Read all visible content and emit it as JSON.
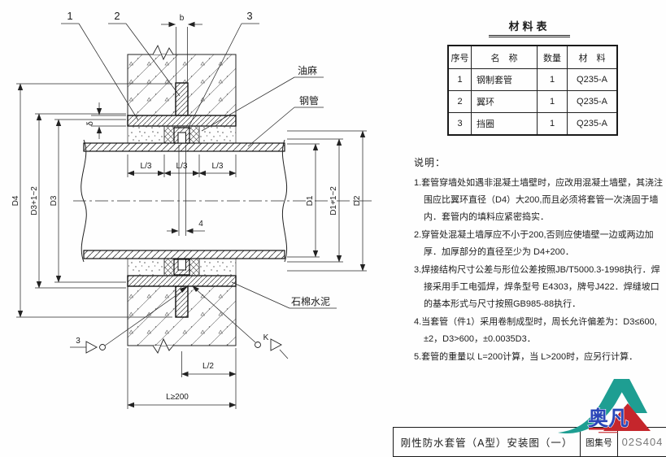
{
  "drawing": {
    "labels": {
      "p1": "1",
      "p2": "2",
      "p3": "3",
      "b": "b",
      "delta": "δ",
      "l3": "L/3",
      "four": "4",
      "l2": "L/2",
      "lmin": "L≥200",
      "d4": "D4",
      "d3p": "D3+1~2",
      "d3": "D3",
      "d1": "D1",
      "d1p": "D1+1~2",
      "d2": "D2",
      "youma": "油麻",
      "gangguan": "钢管",
      "shimian": "石棉水泥",
      "weld3": "3",
      "weldK": "K"
    }
  },
  "materials_table": {
    "title": "材料表",
    "headers": [
      "序号",
      "名　称",
      "数量",
      "材　料"
    ],
    "rows": [
      [
        "1",
        "钢制套管",
        "1",
        "Q235-A"
      ],
      [
        "2",
        "翼环",
        "1",
        "Q235-A"
      ],
      [
        "3",
        "挡圈",
        "1",
        "Q235-A"
      ]
    ]
  },
  "notes": {
    "heading": "说明：",
    "items": [
      "1.套管穿墙处如遇非混凝土墙壁时，应改用混凝土墙壁，其浇注围应比翼环直径（D4）大200,而且必须将套管一次浇固于墙内．套管内的填料应紧密捣实．",
      "2.穿管处混凝土墙厚应不小于200,否则应使墙壁一边或两边加厚．加厚部分的直径至少为 D4+200．",
      "3.焊接结构尺寸公差与形位公差按照JB/T5000.3-1998执行．焊接采用手工电弧焊，焊条型号 E4303，牌号J422．焊缝坡口的基本形式与尺寸按照GB985-88执行．",
      "4.当套管（件1）采用卷制成型时，周长允许偏差为：D3≤600,±2，D3>600，±0.0035D3．",
      "5.套管的重量以 L=200计算，当 L>200时，应另行计算．"
    ]
  },
  "title_block": {
    "title": "刚性防水套管（A型）安装图（一）",
    "atlas_label": "图集号",
    "atlas_no": "02S404"
  },
  "logo": {
    "text": "奥凡",
    "teal": "#1E9E92",
    "red": "#C5262C",
    "blue": "#2A46B8"
  }
}
